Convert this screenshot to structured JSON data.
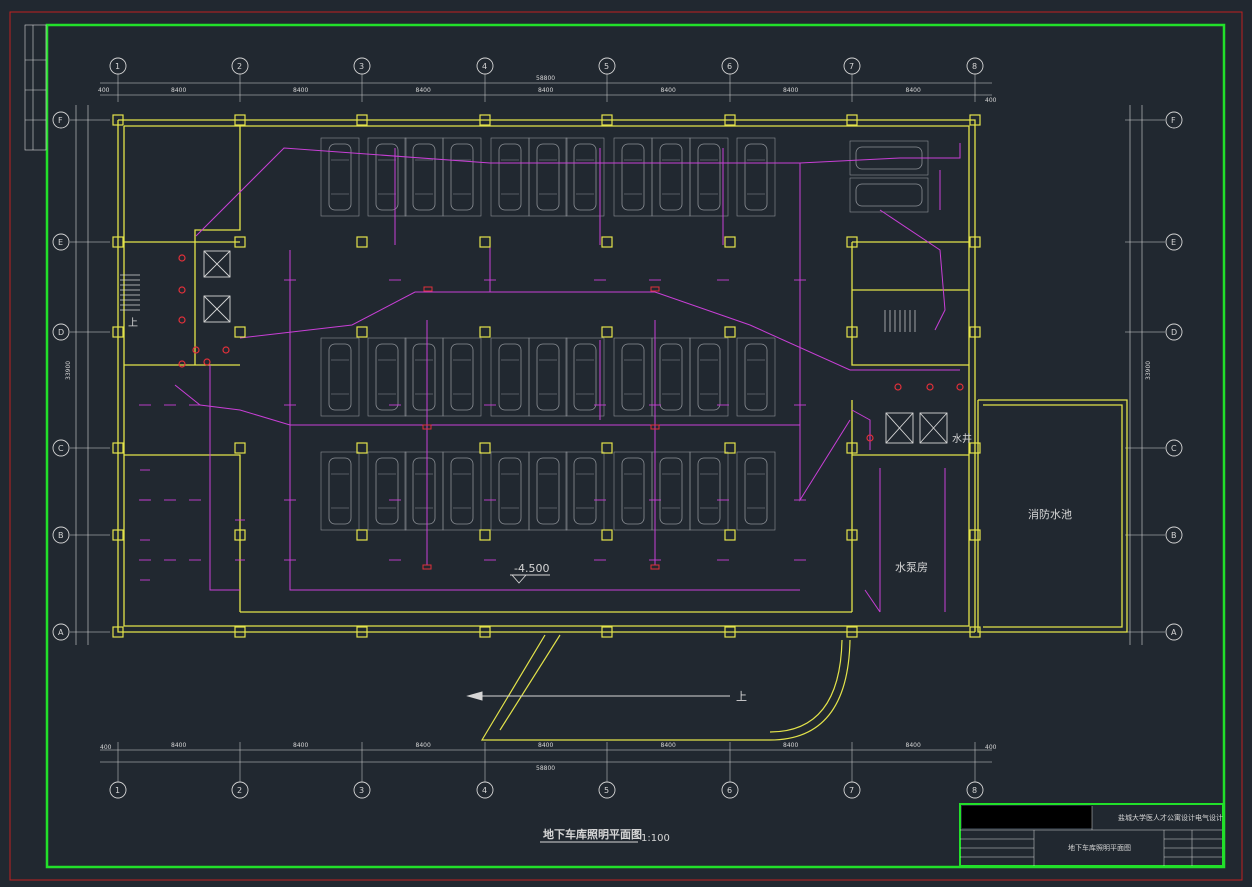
{
  "drawing": {
    "title": "地下车库照明平面图",
    "scale": "1:100",
    "elevation": "-4.500",
    "ramp_label": "上",
    "stair_label": "上",
    "rooms": {
      "water_tank": "消防水池",
      "pump_room": "水泵房",
      "water_well": "水井"
    }
  },
  "grid": {
    "columns": [
      "1",
      "2",
      "3",
      "4",
      "5",
      "6",
      "7",
      "8"
    ],
    "rows": [
      "F",
      "E",
      "D",
      "C",
      "B",
      "A"
    ],
    "bay_width": "8400",
    "edge_offset": "400",
    "overall_width": "58800",
    "overall_depth": "33900"
  },
  "title_block": {
    "project": "盐城大学医人才公寓设计电气设计",
    "sheet_title": "地下车库照明平面图"
  },
  "colors": {
    "background": "#212830",
    "border_outer": "#c0201f",
    "border_inner": "#22e02a",
    "wall": "#e3e34a",
    "wiring": "#c83fd6",
    "fixture": "#e0303a",
    "dimension": "#d6d6d6",
    "car": "#8c9096",
    "label": "#3bd14a"
  }
}
